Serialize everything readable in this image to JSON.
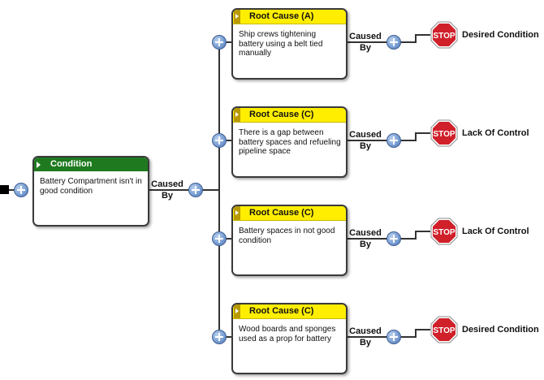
{
  "condition": {
    "title": "Condition",
    "text": "Battery Compartment isn't in good condition"
  },
  "caused_by": [
    "Caused",
    "By"
  ],
  "stop_label": "STOP",
  "root_causes": [
    {
      "title": "Root Cause (A)",
      "text": "Ship crews tightening battery using a belt tied manually",
      "end": "Desired Condition"
    },
    {
      "title": "Root Cause (C)",
      "text": "There is a gap between battery spaces and refueling pipeline space",
      "end": "Lack Of Control"
    },
    {
      "title": "Root Cause (C)",
      "text": "Battery spaces in not good condition",
      "end": "Lack Of Control"
    },
    {
      "title": "Root Cause (C)",
      "text": "Wood boards and sponges used as a prop for battery",
      "end": "Desired Condition"
    }
  ],
  "colors": {
    "condition_header": "#1f7a1f",
    "root_cause_header": "#ffee00",
    "stop_sign": "#d0202a",
    "plus_button": "#7a9fd3"
  }
}
